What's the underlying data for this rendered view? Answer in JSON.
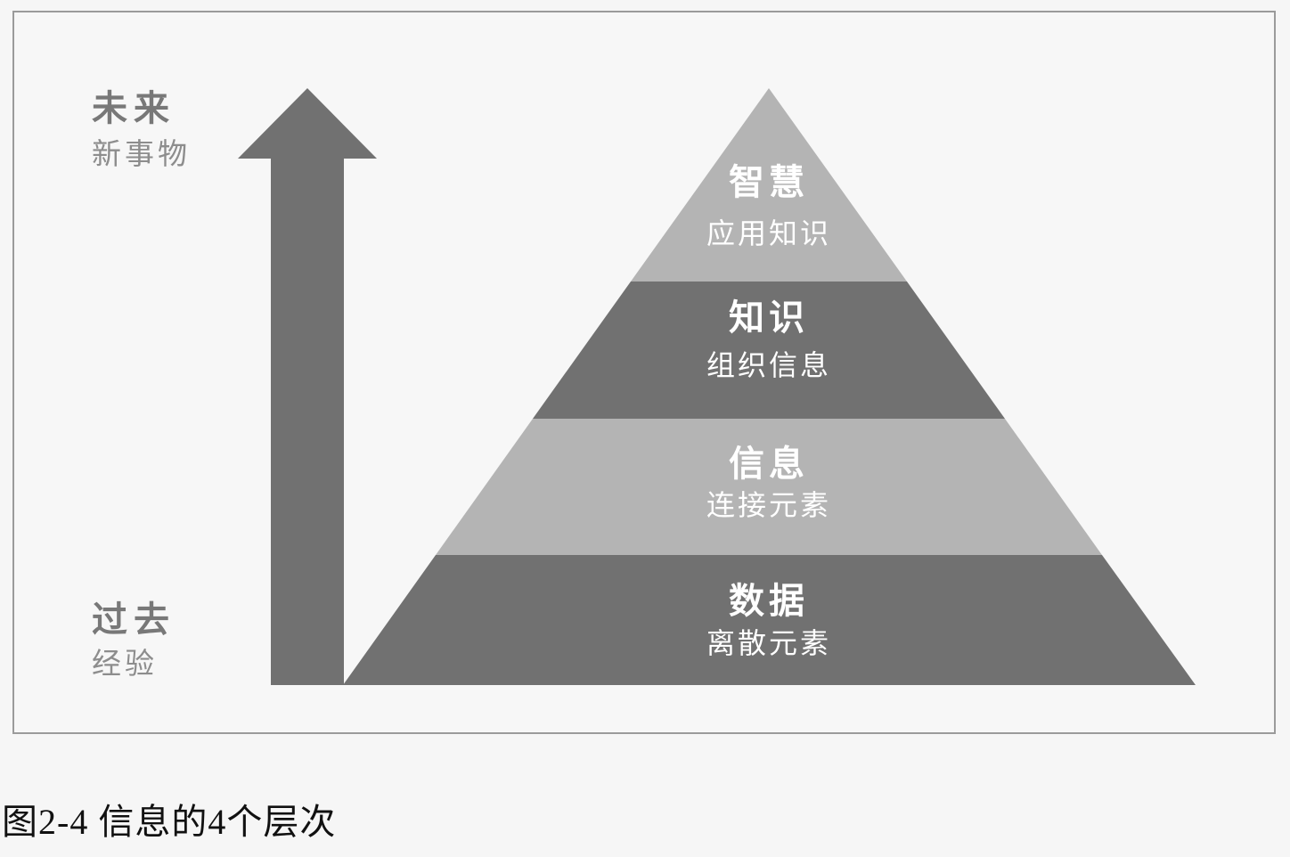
{
  "figure": {
    "caption": "图2-4 信息的4个层次"
  },
  "timeline": {
    "arrow_icon": "up-arrow",
    "arrow_color": "#717171",
    "top_label": "未来",
    "top_sublabel": "新事物",
    "bottom_label": "过去",
    "bottom_sublabel": "经验"
  },
  "pyramid": {
    "text_color": "#ffffff",
    "levels": [
      {
        "label": "智慧",
        "sublabel": "应用知识",
        "color": "#b4b4b4"
      },
      {
        "label": "知识",
        "sublabel": "组织信息",
        "color": "#717171"
      },
      {
        "label": "信息",
        "sublabel": "连接元素",
        "color": "#b4b4b4"
      },
      {
        "label": "数据",
        "sublabel": "离散元素",
        "color": "#717171"
      }
    ]
  },
  "colors": {
    "frame_border": "#9b9b9b",
    "background": "#f6f6f6",
    "dark_band": "#717171",
    "light_band": "#b4b4b4"
  }
}
